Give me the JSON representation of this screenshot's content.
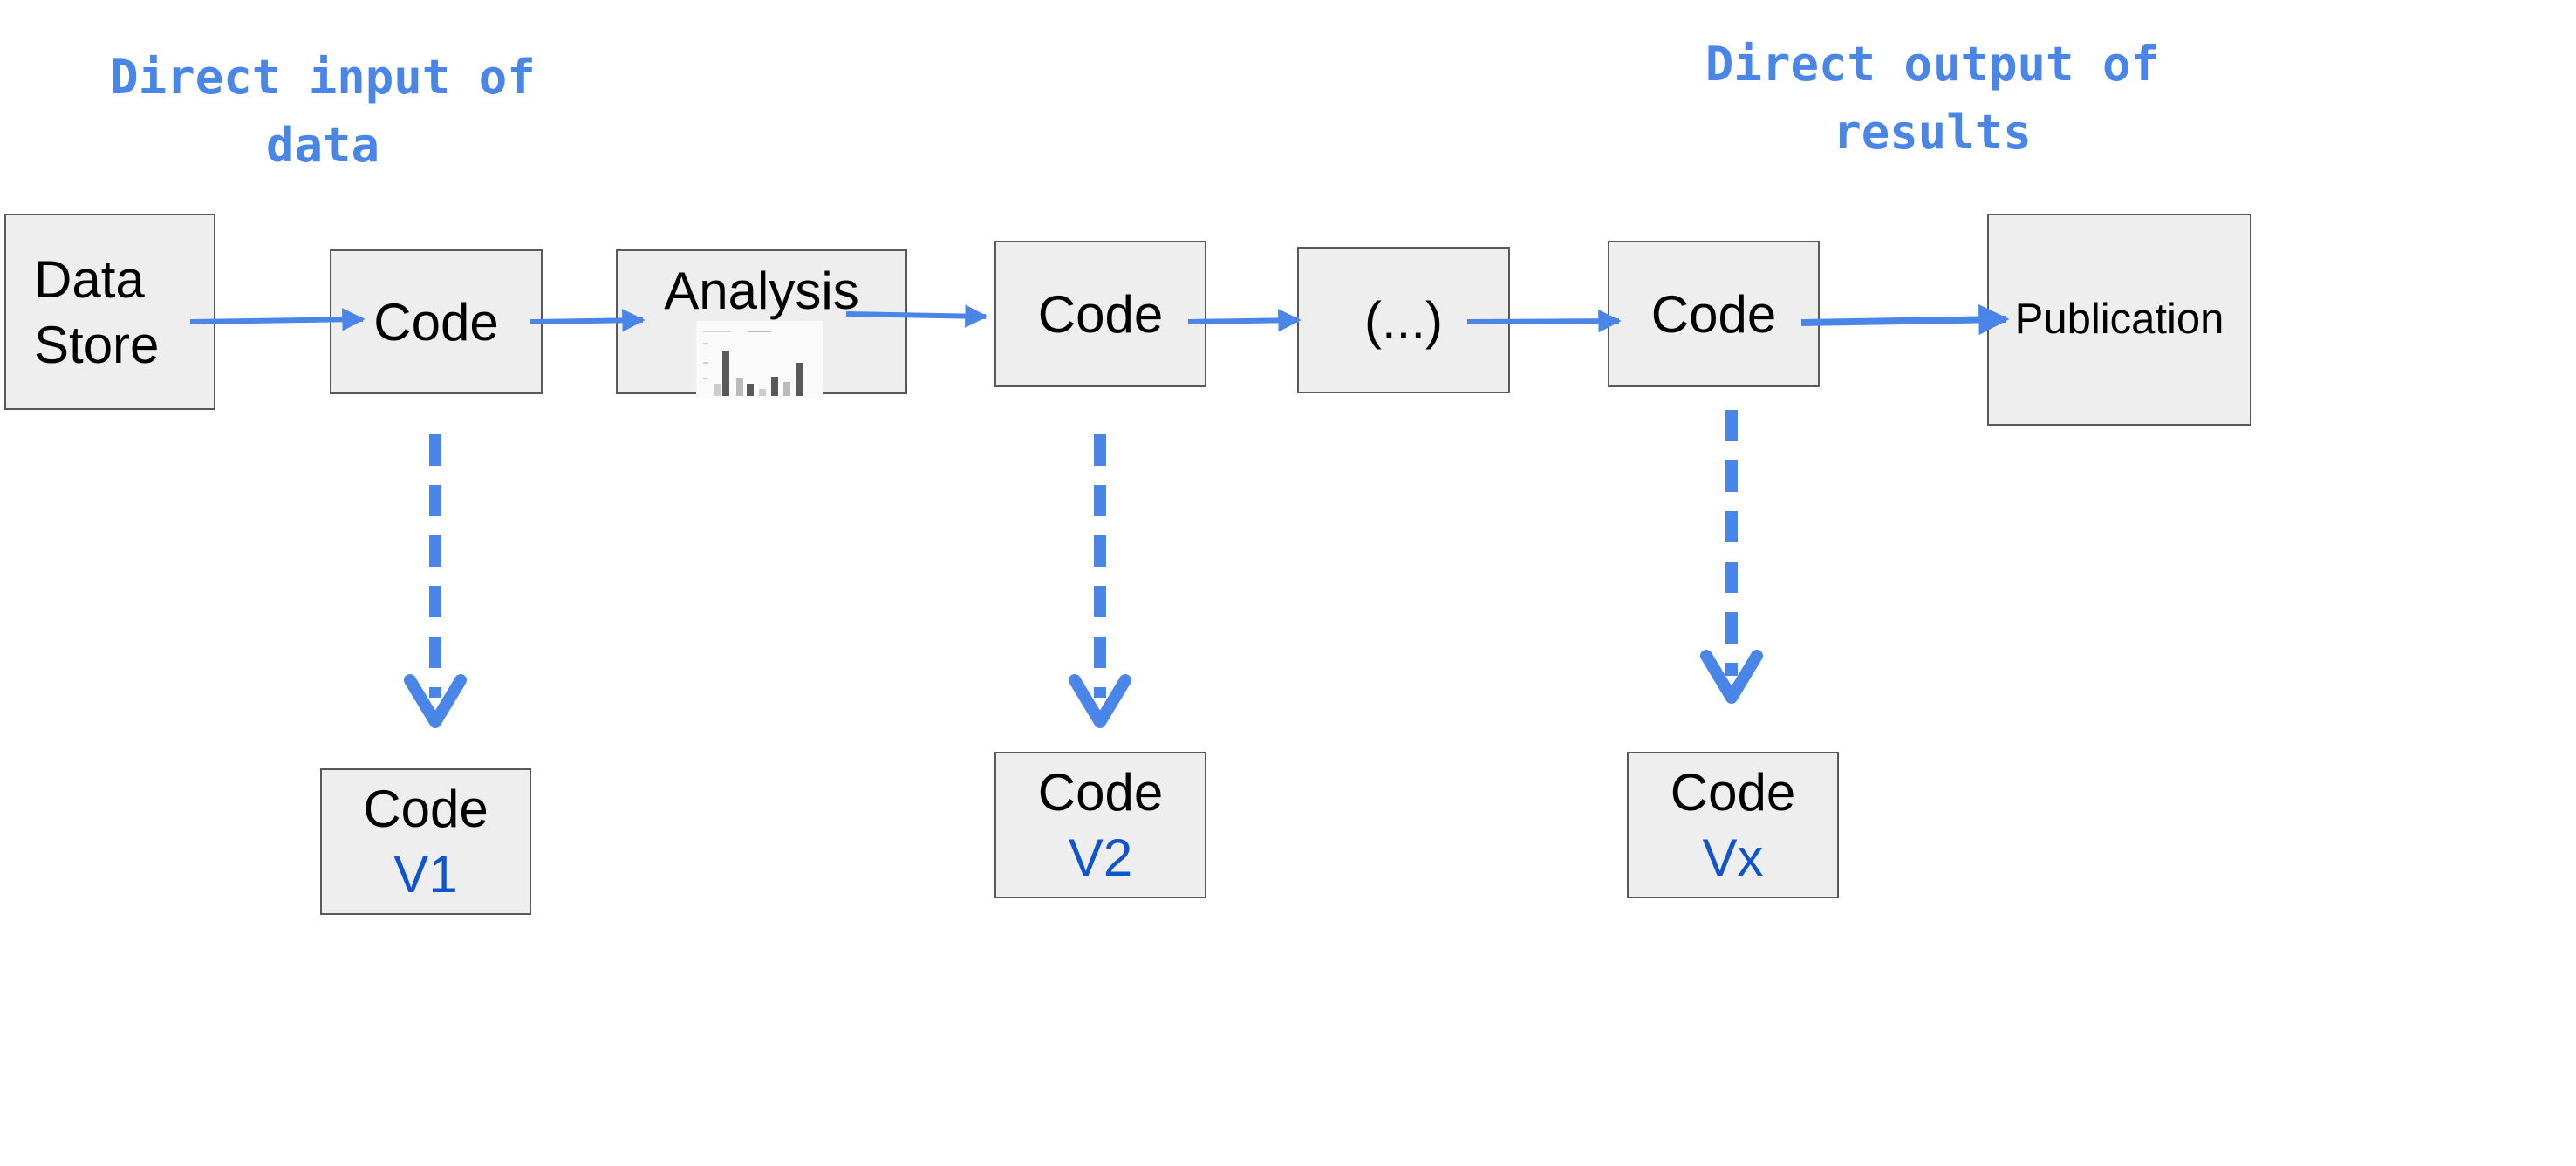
{
  "headings": {
    "input": "Direct input of\ndata",
    "output": "Direct output of\nresults"
  },
  "pipeline": {
    "data_store": "Data\nStore",
    "code1": "Code",
    "analysis": "Analysis",
    "code2": "Code",
    "ellipsis": "(...)",
    "code3": "Code",
    "publication": "Publication"
  },
  "versions": {
    "v1": {
      "label": "Code",
      "version": "V1"
    },
    "v2": {
      "label": "Code",
      "version": "V2"
    },
    "vx": {
      "label": "Code",
      "version": "Vx"
    }
  },
  "icons": {
    "analysis_thumbnail": "bar-chart-thumbnail-icon"
  },
  "colors": {
    "arrow": "#4a86e8",
    "heading": "#4a86e8",
    "version_text": "#1155cc",
    "box_fill": "#eeeeee",
    "box_border": "#595959"
  }
}
